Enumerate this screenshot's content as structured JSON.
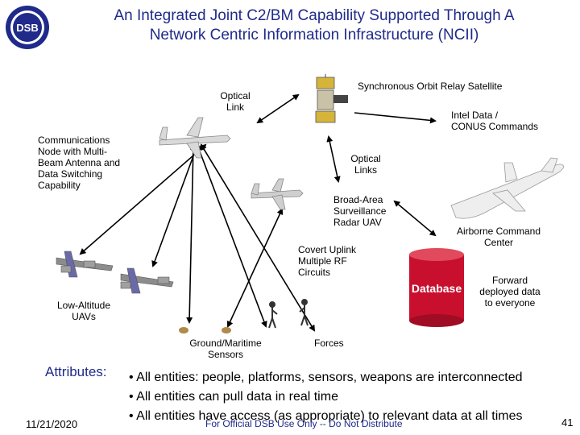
{
  "slide": {
    "title_line1": "An Integrated Joint C2/BM Capability Supported Through A",
    "title_line2": "Network Centric Information Infrastructure (NCII)",
    "logo_text": "DSB",
    "date": "11/21/2020",
    "page_number": "41",
    "footer": "For Official DSB Use Only -- Do Not Distribute"
  },
  "labels": {
    "satellite": "Synchronous Orbit Relay Satellite",
    "optical_link": [
      "Optical",
      "Link"
    ],
    "intel_data": [
      "Intel Data /",
      "CONUS Commands"
    ],
    "comm_node": [
      "Communications",
      "Node with Multi-",
      "Beam Antenna and",
      "Data Switching",
      "Capability"
    ],
    "optical_links": [
      "Optical",
      "Links"
    ],
    "broad_area": [
      "Broad-Area",
      "Surveillance",
      "Radar UAV"
    ],
    "airborne_cmd": [
      "Airborne Command",
      "Center"
    ],
    "covert_uplink": [
      "Covert Uplink",
      "Multiple RF",
      "Circuits"
    ],
    "database": "Database",
    "forward": [
      "Forward",
      "deployed data",
      "to everyone"
    ],
    "low_alt": [
      "Low-Altitude",
      "UAVs"
    ],
    "ground": [
      "Ground/Maritime",
      "Sensors"
    ],
    "forces": "Forces"
  },
  "attributes": {
    "heading": "Attributes:",
    "items": [
      "• All entities: people, platforms, sensors, weapons are interconnected",
      "• All entities can pull data in real time",
      "• All entities have access (as appropriate) to relevant data at all times"
    ]
  },
  "colors": {
    "title": "#1f2a8a",
    "database": "#c8102e"
  }
}
